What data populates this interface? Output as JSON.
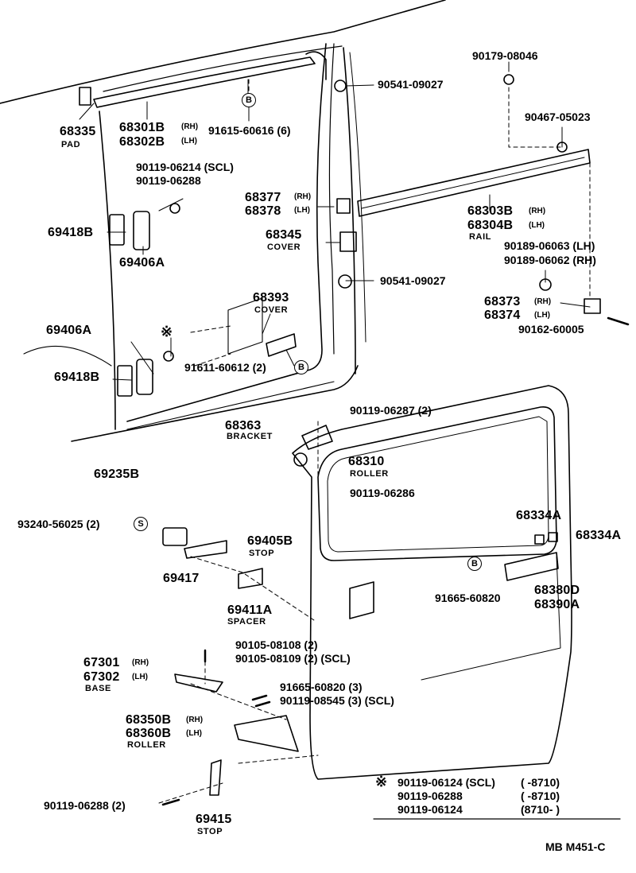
{
  "callouts": {
    "p68335": "68335",
    "pad": "PAD",
    "p68301b": "68301B",
    "rh1": "(RH)",
    "p68302b": "68302B",
    "lh1": "(LH)",
    "p91615": "91615-60616 (6)",
    "p90541a": "90541-09027",
    "p90179": "90179-08046",
    "p90467": "90467-05023",
    "p90119_06214": "90119-06214 (SCL)",
    "p90119_06288a": "90119-06288",
    "p69418b_a": "69418B",
    "p69406a_a": "69406A",
    "p68377": "68377",
    "rh2": "(RH)",
    "p68378": "68378",
    "lh2": "(LH)",
    "p68303b": "68303B",
    "rh3": "(RH)",
    "p68304b": "68304B",
    "lh3": "(LH)",
    "rail": "RAIL",
    "p68345": "68345",
    "cover1": "COVER",
    "p90189_063": "90189-06063 (LH)",
    "p90189_062": "90189-06062 (RH)",
    "p90541b": "90541-09027",
    "p68393": "68393",
    "cover2": "COVER",
    "p68373": "68373",
    "rh4": "(RH)",
    "p68374": "68374",
    "lh4": "(LH)",
    "p90162": "90162-60005",
    "asterisk": "※",
    "p69406a_b": "69406A",
    "p69418b_b": "69418B",
    "p91611": "91611-60612 (2)",
    "p90119_06287": "90119-06287 (2)",
    "p68363": "68363",
    "bracket": "BRACKET",
    "p68310": "68310",
    "roller1": "ROLLER",
    "p90119_06286": "90119-06286",
    "p69235b": "69235B",
    "p93240": "93240-56025 (2)",
    "p69405b": "69405B",
    "stop1": "STOP",
    "p69417": "69417",
    "p69411a": "69411A",
    "spacer": "SPACER",
    "p68334a_a": "68334A",
    "p68334a_b": "68334A",
    "p91665_a": "91665-60820",
    "p68380d": "68380D",
    "p68390a": "68390A",
    "p90105_08108": "90105-08108 (2)",
    "p90105_08109": "90105-08109 (2) (SCL)",
    "p67301": "67301",
    "rh5": "(RH)",
    "p67302": "67302",
    "lh5": "(LH)",
    "base": "BASE",
    "p91665_b": "91665-60820 (3)",
    "p90119_08545": "90119-08545 (3) (SCL)",
    "p68350b": "68350B",
    "rh6": "(RH)",
    "p68360b": "68360B",
    "lh6": "(LH)",
    "roller2": "ROLLER",
    "p90119_06288b": "90119-06288 (2)",
    "p69415": "69415",
    "stop2": "STOP"
  },
  "symbols": {
    "b1": "B",
    "b2": "B",
    "b3": "B",
    "s1": "S"
  },
  "notes": {
    "mark": "※",
    "rows": [
      {
        "part": "90119-06124 (SCL)",
        "range": "(       -8710)"
      },
      {
        "part": "90119-06288",
        "range": "(       -8710)"
      },
      {
        "part": "90119-06124",
        "range": "(8710-      )"
      }
    ]
  },
  "footer": {
    "code": "MB  M451-C"
  }
}
